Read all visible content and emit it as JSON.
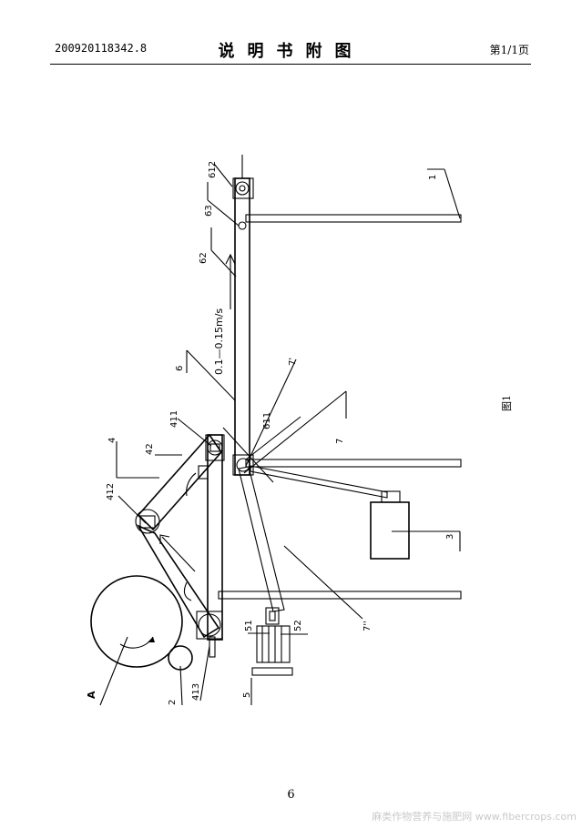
{
  "header": {
    "application_number": "200920118342.8",
    "title": "说明书附图",
    "page_indicator": "第1/1页"
  },
  "figure": {
    "caption": "图1",
    "speed_label": "0.1—0.15m/s",
    "labels": {
      "l1": "1",
      "l2": "2",
      "l3": "3",
      "l4": "4",
      "l5": "5",
      "l6": "6",
      "l7": "7",
      "l7p": "7'",
      "l7pp": "7''",
      "l42": "42",
      "l51": "51",
      "l52": "52",
      "l62": "62",
      "l63": "63",
      "l411": "411",
      "l412": "412",
      "l413": "413",
      "l611": "611",
      "l612": "612",
      "lA": "A"
    }
  },
  "footer": {
    "page_number": "6",
    "watermark": "麻类作物营养与施肥网 www.fibercrops.com"
  }
}
